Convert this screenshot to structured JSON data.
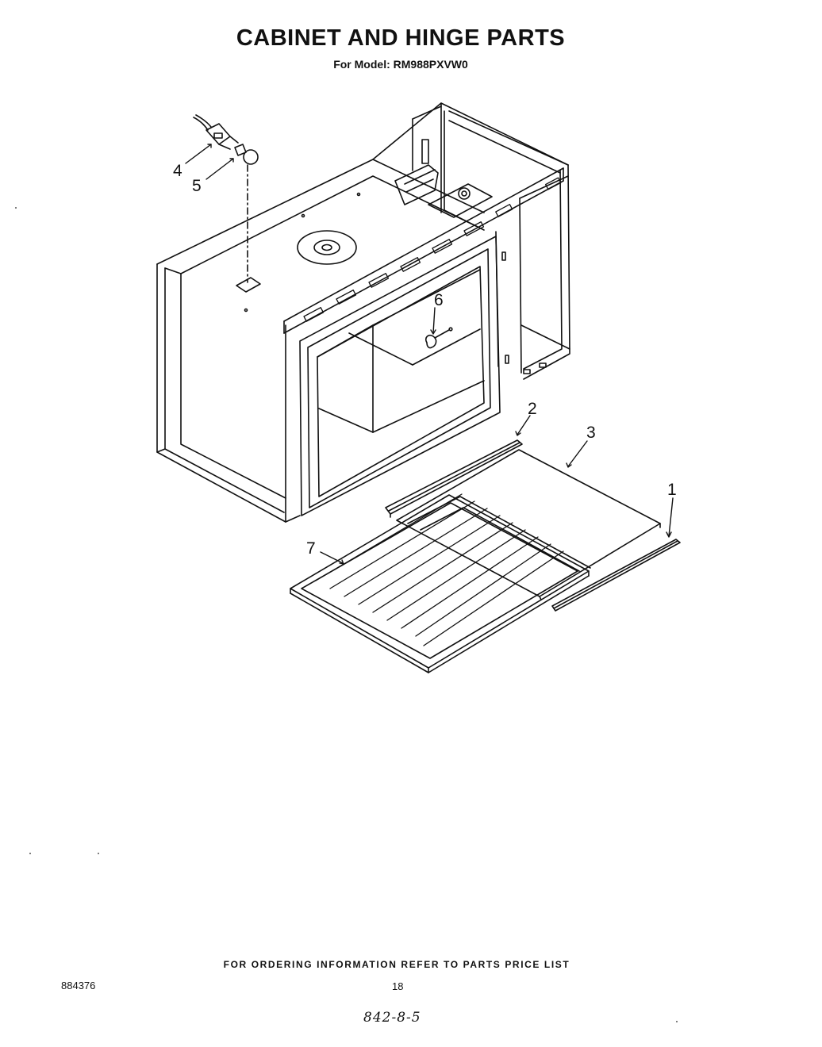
{
  "header": {
    "title": "CABINET AND HINGE PARTS",
    "subtitle": "For Model: RM988PXVW0"
  },
  "callouts": [
    "1",
    "2",
    "3",
    "4",
    "5",
    "6",
    "7"
  ],
  "footer": {
    "ordering_note": "FOR ORDERING INFORMATION REFER TO PARTS PRICE LIST",
    "doc_number": "884376",
    "page_number": "18",
    "handwritten_note": "842-8-5"
  }
}
